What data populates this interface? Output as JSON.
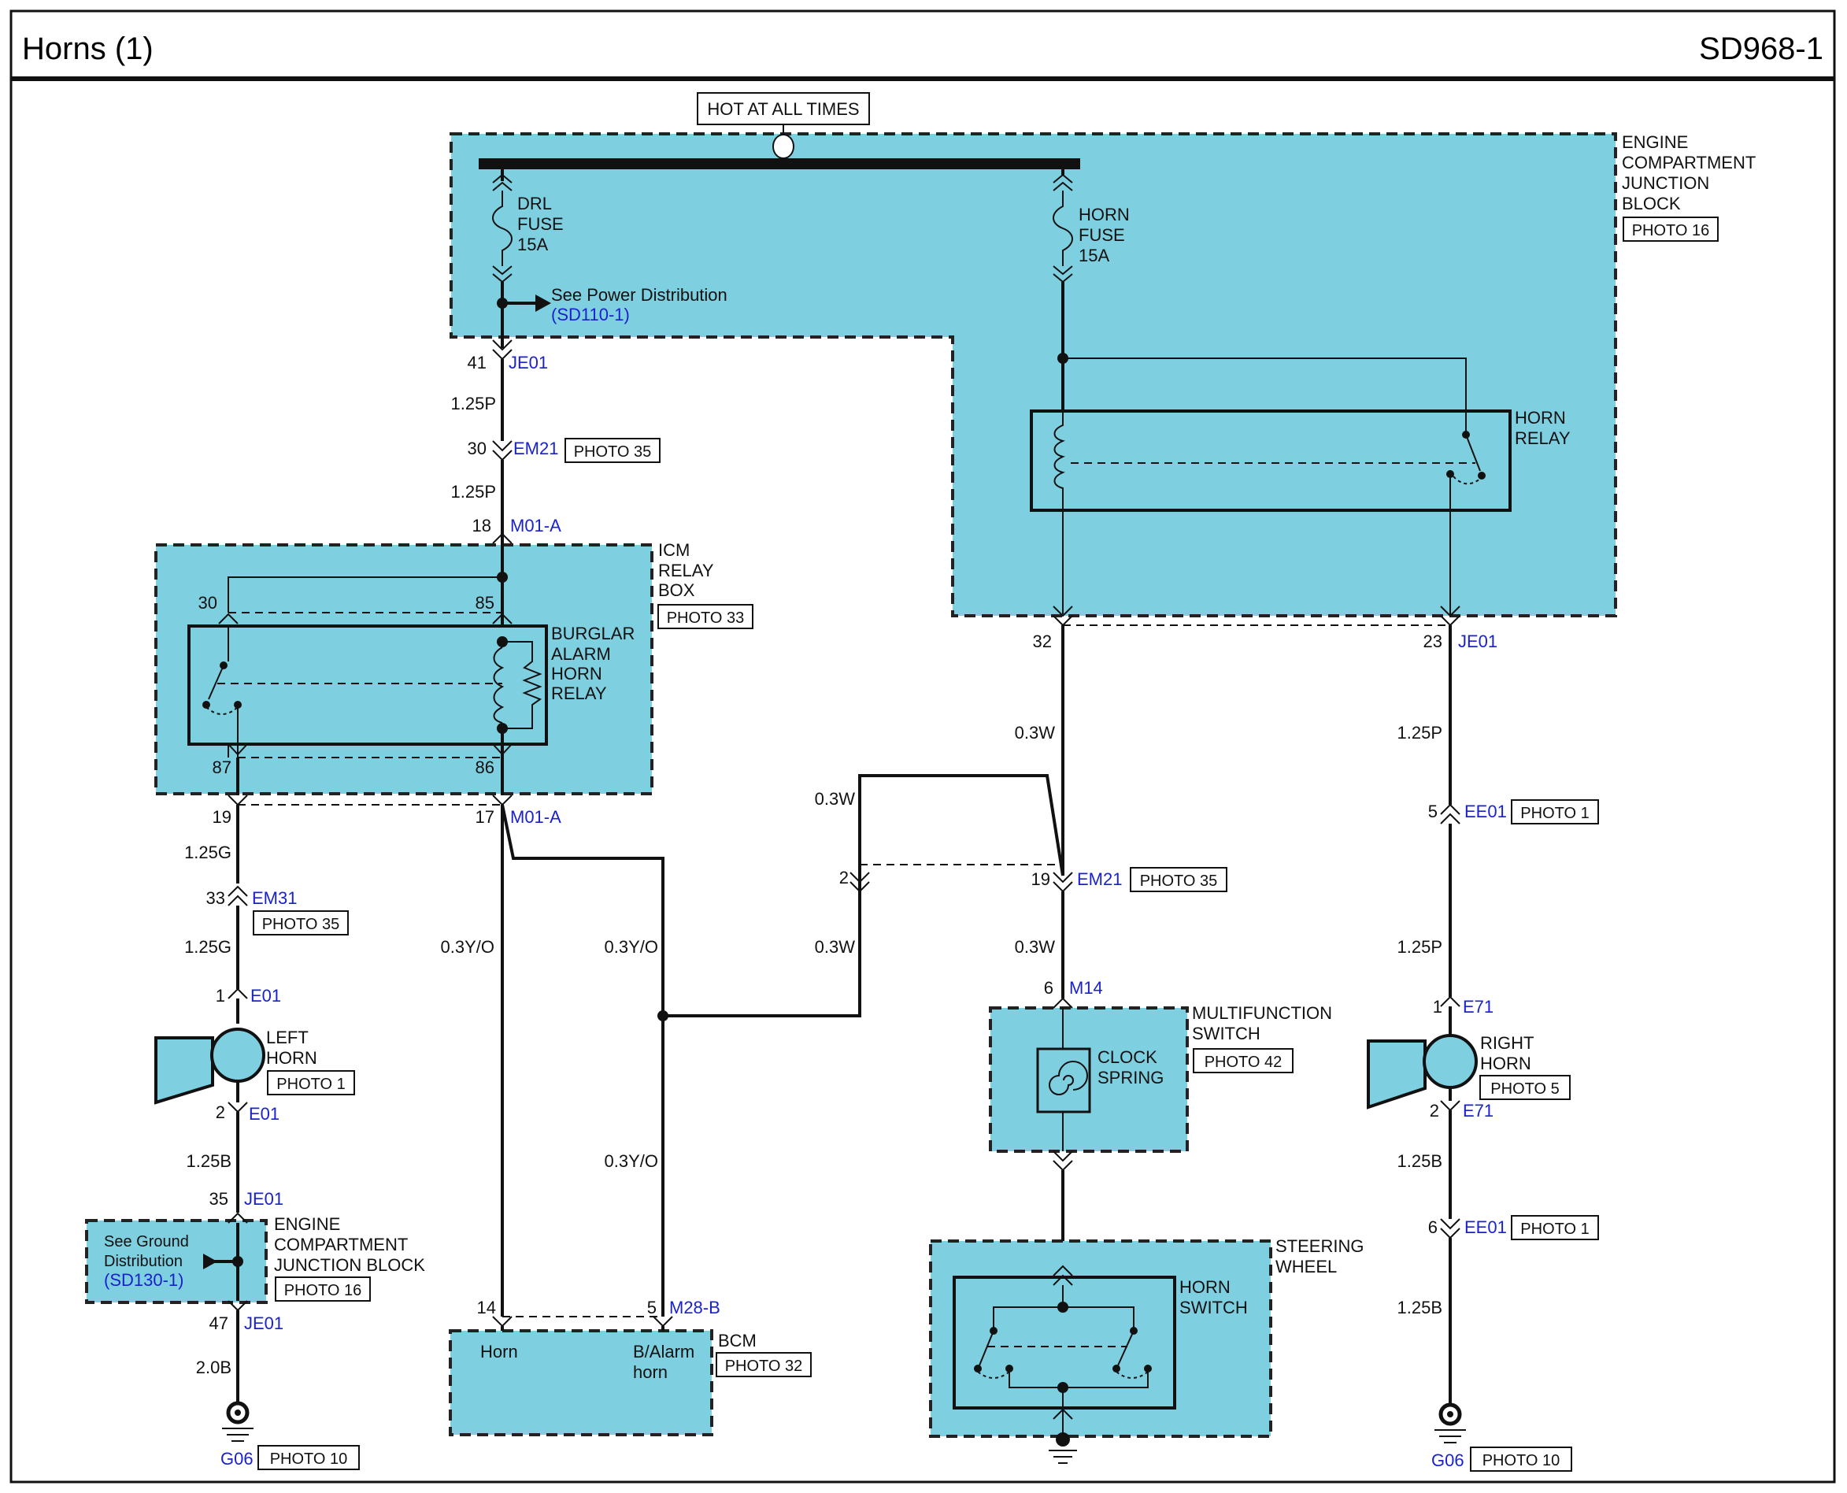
{
  "header": {
    "title": "Horns (1)",
    "code": "SD968-1"
  },
  "power": {
    "hot_label": "HOT AT ALL TIMES"
  },
  "ejb": {
    "label": [
      "ENGINE",
      "COMPARTMENT",
      "JUNCTION",
      "BLOCK"
    ],
    "photo": "PHOTO 16"
  },
  "drl_fuse": [
    "DRL",
    "FUSE",
    "15A"
  ],
  "horn_fuse": [
    "HORN",
    "FUSE",
    "15A"
  ],
  "power_dist": {
    "text": "See Power Distribution",
    "link": "(SD110-1)"
  },
  "horn_relay": [
    "HORN",
    "RELAY"
  ],
  "icm": {
    "label": [
      "ICM",
      "RELAY",
      "BOX"
    ],
    "photo": "PHOTO 33"
  },
  "burglar_relay": [
    "BURGLAR",
    "ALARM",
    "HORN",
    "RELAY"
  ],
  "pins": {
    "je01_41": "41",
    "je01": "JE01",
    "em21_30": "30",
    "em21": "EM21",
    "photo35": "PHOTO 35",
    "m01a_18": "18",
    "m01a": "M01-A",
    "p30": "30",
    "p85": "85",
    "p87": "87",
    "p86": "86",
    "m01a_19": "19",
    "m01a_17": "17",
    "em31_33": "33",
    "em31": "EM31",
    "e01_1": "1",
    "e01": "E01",
    "e01_2": "2",
    "je01_35": "35",
    "je01_47": "47",
    "g06": "G06",
    "photo10": "PHOTO 10",
    "je01_32": "32",
    "je01_23": "23",
    "ee01_5": "5",
    "ee01": "EE01",
    "photo1": "PHOTO 1",
    "em21_2": "2",
    "em21_19": "19",
    "m14_6": "6",
    "m14": "M14",
    "e71_1": "1",
    "e71": "E71",
    "e71_2": "2",
    "ee01_6": "6",
    "bcm_14": "14",
    "bcm_5": "5",
    "m28b": "M28-B"
  },
  "wires": {
    "p125": "1.25P",
    "g125": "1.25G",
    "b125": "1.25B",
    "b20": "2.0B",
    "w03": "0.3W",
    "yo03": "0.3Y/O"
  },
  "left_horn": {
    "label": [
      "LEFT",
      "HORN"
    ],
    "photo": "PHOTO 1"
  },
  "right_horn": {
    "label": [
      "RIGHT",
      "HORN"
    ],
    "photo": "PHOTO 5"
  },
  "ground_dist": {
    "text": [
      "See Ground",
      "Distribution"
    ],
    "link": "(SD130-1)"
  },
  "ejb2": {
    "label": [
      "ENGINE",
      "COMPARTMENT",
      "JUNCTION BLOCK"
    ],
    "photo": "PHOTO 16"
  },
  "bcm": {
    "label": "BCM",
    "photo": "PHOTO 32",
    "horn": "Horn",
    "balarm": [
      "B/Alarm",
      "horn"
    ]
  },
  "mfs": {
    "label": [
      "MULTIFUNCTION",
      "SWITCH"
    ],
    "photo": "PHOTO 42",
    "clock": [
      "CLOCK",
      "SPRING"
    ]
  },
  "steering": {
    "label": [
      "STEERING",
      "WHEEL"
    ],
    "switch": [
      "HORN",
      "SWITCH"
    ]
  }
}
